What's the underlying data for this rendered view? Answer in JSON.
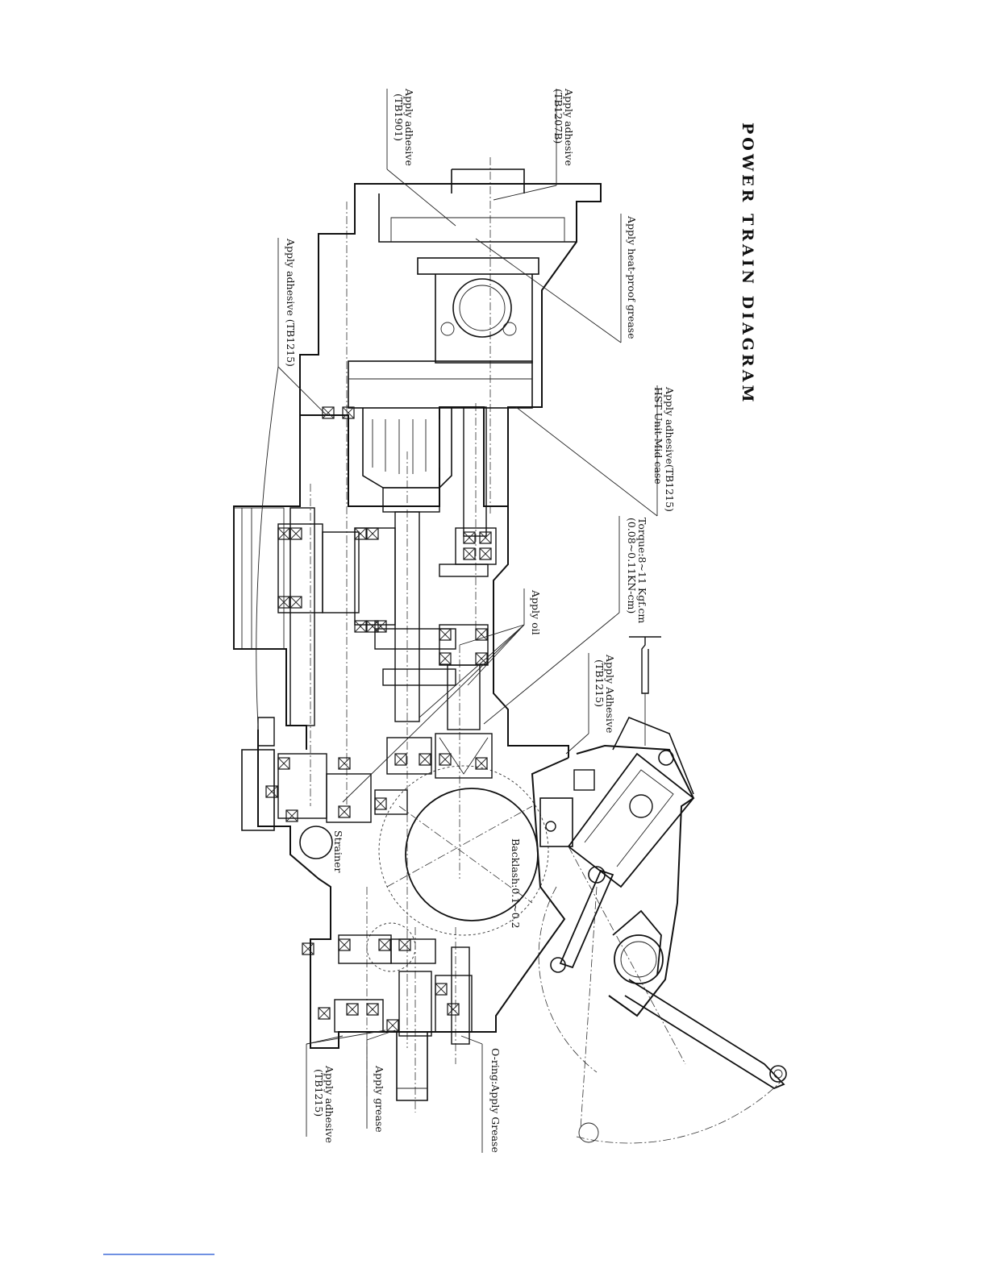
{
  "title": "POWER TRAIN DIAGRAM",
  "annotations": {
    "adhesive_tb1207b": [
      "Apply  adhesive",
      "(TB1207B)"
    ],
    "adhesive_tb1901": [
      "Apply  adhesive",
      "(TB1901)"
    ],
    "heat_proof_grease": "Apply  heat-proof  grease",
    "adhesive_tb1215_top": "Apply  adhesive  (TB1215)",
    "adhesive_hst": [
      "Apply  adhesive(TB1215)",
      "HST  Unit-Mid  case"
    ],
    "torque": [
      "Torque:8~11  Kgf.cm",
      "(0.08~0.11KN-cm)"
    ],
    "apply_oil": "Apply  oil",
    "adhesive_tb1215_mid": [
      "Apply  Adhesive",
      "(TB1215)"
    ],
    "strainer": "Strainer",
    "backlash": "Backlash:0.1~0.2",
    "oring": "O-ring:Apply Grease",
    "apply_grease": "Apply  grease",
    "adhesive_tb1215_bottom": [
      "Apply  adhesive",
      "(TB1215)"
    ]
  },
  "colors": {
    "ink": "#111111",
    "footer_link": "#1a4fd0"
  }
}
